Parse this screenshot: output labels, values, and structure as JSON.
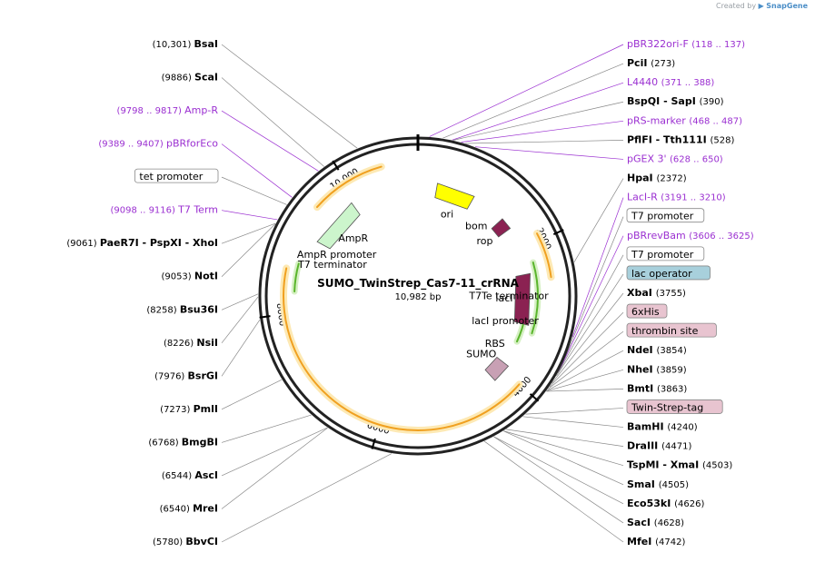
{
  "credit": {
    "prefix": "Created by",
    "brand": "SnapGene",
    "icon": "snapgene-logo-icon"
  },
  "plasmid": {
    "name": "SUMO_TwinStrep_Cas7-11_crRNA",
    "size_label": "10,982 bp",
    "length": 10982
  },
  "colors": {
    "enzyme": "#000000",
    "primer": "#9b30d1",
    "arrow_orange": "#f0a020",
    "arrow_green": "#5ab52c",
    "ampR": "#ccf5cc",
    "ori": "#ffff00",
    "lacI": "#8b2252",
    "rop": "#8b2252",
    "sumo": "#c8a0b4",
    "lac_operator_box": "#a8d0dc",
    "pink_box": "#e8c4d0"
  },
  "ticks": [
    {
      "bp": 0,
      "label": ""
    },
    {
      "bp": 2000,
      "label": "2000"
    },
    {
      "bp": 4000,
      "label": "4000"
    },
    {
      "bp": 6000,
      "label": "6000"
    },
    {
      "bp": 8000,
      "label": "8000"
    },
    {
      "bp": 10000,
      "label": "10,000"
    }
  ],
  "labels": [
    {
      "kind": "enzyme",
      "name": "PciI",
      "pos": "(273)",
      "bp": 273
    },
    {
      "kind": "primer",
      "name": "L4440",
      "pos": "(371 .. 388)",
      "bp": 380
    },
    {
      "kind": "enzyme",
      "name": "BspQI",
      "name2": "SapI",
      "pos": "(390)",
      "bp": 390
    },
    {
      "kind": "primer",
      "name": "pRS-marker",
      "pos": "(468 .. 487)",
      "bp": 478
    },
    {
      "kind": "enzyme",
      "name": "PflFI",
      "name2": "Tth111I",
      "pos": "(528)",
      "bp": 528
    },
    {
      "kind": "primer",
      "name": "pGEX 3'",
      "pos": "(628 .. 650)",
      "bp": 640
    },
    {
      "kind": "enzyme",
      "name": "HpaI",
      "pos": "(2372)",
      "bp": 2372
    },
    {
      "kind": "primer",
      "name": "LacI-R",
      "pos": "(3191 .. 3210)",
      "bp": 3200
    },
    {
      "kind": "feature",
      "name": "T7 promoter",
      "bp": 3560
    },
    {
      "kind": "primer",
      "name": "pBRrevBam",
      "pos": "(3606 .. 3625)",
      "bp": 3615
    },
    {
      "kind": "feature",
      "name": "T7 promoter",
      "bp": 3630
    },
    {
      "kind": "feature",
      "name": "lac operator",
      "style": "blue",
      "bp": 3660
    },
    {
      "kind": "enzyme",
      "name": "XbaI",
      "pos": "(3755)",
      "bp": 3755
    },
    {
      "kind": "feature",
      "name": "6xHis",
      "style": "pink",
      "bp": 3800
    },
    {
      "kind": "feature",
      "name": "thrombin site",
      "style": "pink",
      "bp": 3830
    },
    {
      "kind": "enzyme",
      "name": "NdeI",
      "pos": "(3854)",
      "bp": 3854
    },
    {
      "kind": "enzyme",
      "name": "NheI",
      "pos": "(3859)",
      "bp": 3859
    },
    {
      "kind": "enzyme",
      "name": "BmtI",
      "pos": "(3863)",
      "bp": 3863
    },
    {
      "kind": "feature",
      "name": "Twin-Strep-tag",
      "style": "pink",
      "bp": 4200
    },
    {
      "kind": "enzyme",
      "name": "BamHI",
      "pos": "(4240)",
      "bp": 4240
    },
    {
      "kind": "enzyme",
      "name": "DraIII",
      "pos": "(4471)",
      "bp": 4471
    },
    {
      "kind": "enzyme",
      "name": "TspMI",
      "name2": "XmaI",
      "pos": "(4503)",
      "bp": 4503
    },
    {
      "kind": "enzyme",
      "name": "SmaI",
      "pos": "(4505)",
      "bp": 4505
    },
    {
      "kind": "enzyme",
      "name": "Eco53kI",
      "pos": "(4626)",
      "bp": 4626
    },
    {
      "kind": "enzyme",
      "name": "SacI",
      "pos": "(4628)",
      "bp": 4628
    },
    {
      "kind": "enzyme",
      "name": "MfeI",
      "pos": "(4742)",
      "bp": 4742
    },
    {
      "kind": "enzyme",
      "name": "BbvCI",
      "pos": "(5780)",
      "bp": 5780
    },
    {
      "kind": "enzyme",
      "name": "MreI",
      "pos": "(6540)",
      "bp": 6540
    },
    {
      "kind": "enzyme",
      "name": "AscI",
      "pos": "(6544)",
      "bp": 6544
    },
    {
      "kind": "enzyme",
      "name": "BmgBI",
      "pos": "(6768)",
      "bp": 6768
    },
    {
      "kind": "enzyme",
      "name": "PmlI",
      "pos": "(7273)",
      "bp": 7273
    },
    {
      "kind": "enzyme",
      "name": "BsrGI",
      "pos": "(7976)",
      "bp": 7976
    },
    {
      "kind": "enzyme",
      "name": "NsiI",
      "pos": "(8226)",
      "bp": 8226
    },
    {
      "kind": "enzyme",
      "name": "Bsu36I",
      "pos": "(8258)",
      "bp": 8258
    },
    {
      "kind": "enzyme",
      "name": "NotI",
      "pos": "(9053)",
      "bp": 9053
    },
    {
      "kind": "enzyme",
      "name": "PaeR7I",
      "name2": "PspXI",
      "name3": "XhoI",
      "pos": "(9061)",
      "bp": 9061
    },
    {
      "kind": "primer",
      "name": "T7 Term",
      "pos": "(9098 .. 9116)",
      "bp": 9107
    },
    {
      "kind": "feature",
      "name": "tet promoter",
      "bp": 9300
    },
    {
      "kind": "primer",
      "name": "pBRforEco",
      "pos": "(9389 .. 9407)",
      "bp": 9398
    },
    {
      "kind": "primer",
      "name": "Amp-R",
      "pos": "(9798 .. 9817)",
      "bp": 9807
    },
    {
      "kind": "enzyme",
      "name": "ScaI",
      "pos": "(9886)",
      "bp": 9886
    },
    {
      "kind": "enzyme",
      "name": "BsaI",
      "pos": "(10,301)",
      "bp": 10301
    },
    {
      "kind": "primer",
      "name": "pBR322ori-F",
      "pos": "(118 .. 137)",
      "bp": 127
    }
  ],
  "features": [
    {
      "name": "AmpR",
      "start": 9100,
      "end": 9900,
      "color": "#ccf5cc",
      "dir": 1
    },
    {
      "name": "AmpR promoter",
      "start": 9000,
      "end": 9100
    },
    {
      "name": "ori",
      "start": 300,
      "end": 900,
      "color": "#ffff00",
      "dir": 1
    },
    {
      "name": "bom",
      "start": 1150,
      "end": 1290
    },
    {
      "name": "rop",
      "start": 1450,
      "end": 1640,
      "color": "#8b2252",
      "dir": -1
    },
    {
      "name": "lacI",
      "start": 2400,
      "end": 3200,
      "color": "#8b2252",
      "dir": -1
    },
    {
      "name": "lacI promoter",
      "start": 3200,
      "end": 3280
    },
    {
      "name": "T7Te terminator",
      "start": 2700,
      "end": 2800
    },
    {
      "name": "RBS",
      "start": 3700,
      "end": 3750
    },
    {
      "name": "SUMO",
      "start": 3900,
      "end": 4200,
      "color": "#c8a0b4",
      "dir": 1
    },
    {
      "name": "T7 terminator",
      "start": 8800,
      "end": 8880
    }
  ]
}
